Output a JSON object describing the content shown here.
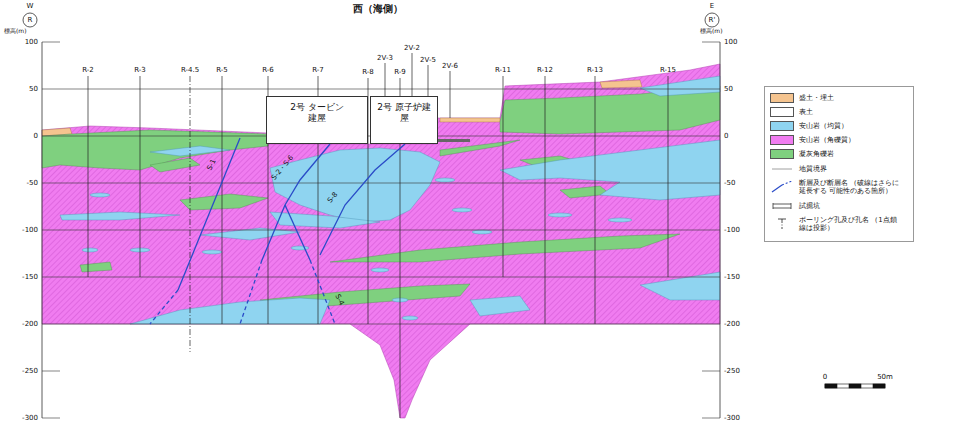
{
  "diagram": {
    "title": "西（海側）",
    "nodes": [
      {
        "text": [
          "2号 タービン建屋"
        ]
      },
      {
        "text": [
          "2号 原子炉建屋"
        ]
      }
    ],
    "labels": [
      "W",
      "R",
      "標高(m)",
      "100",
      "50",
      "0",
      "-50",
      "-100",
      "-150",
      "-200",
      "-250",
      "-300",
      "E",
      "R'",
      "標高(m)",
      "100",
      "50",
      "0",
      "-50",
      "-100",
      "-150",
      "-200",
      "-250",
      "-300",
      "R-2",
      "R-3",
      "R-4.5",
      "R-5",
      "R-6",
      "R-7",
      "R-8",
      "2V-2",
      "2V-3",
      "R-9",
      "2V-5",
      "2V-6",
      "R-11",
      "R-12",
      "R-13",
      "R-15",
      "S-1",
      "S-2・S-6",
      "S-4",
      "S-8",
      "0",
      "50m"
    ],
    "legend": [
      {
        "text": "盛土・埋土",
        "color": "#f5c48f"
      },
      {
        "text": "表土",
        "color": "#ffffff"
      },
      {
        "text": "安山岩（均質）",
        "color": "#8fd4f0"
      },
      {
        "text": "安山岩（角礫質）",
        "color": "#f07cf0"
      },
      {
        "text": "凝灰角礫岩",
        "color": "#7fd07f"
      },
      {
        "text": "地質境界"
      },
      {
        "text": "断層及び断層名 （破線はさらに延長する 可能性のある箇所）"
      },
      {
        "text": "試掘坑"
      },
      {
        "text": "ボーリング孔及び孔名 （1点鎖線は投影）"
      }
    ]
  }
}
